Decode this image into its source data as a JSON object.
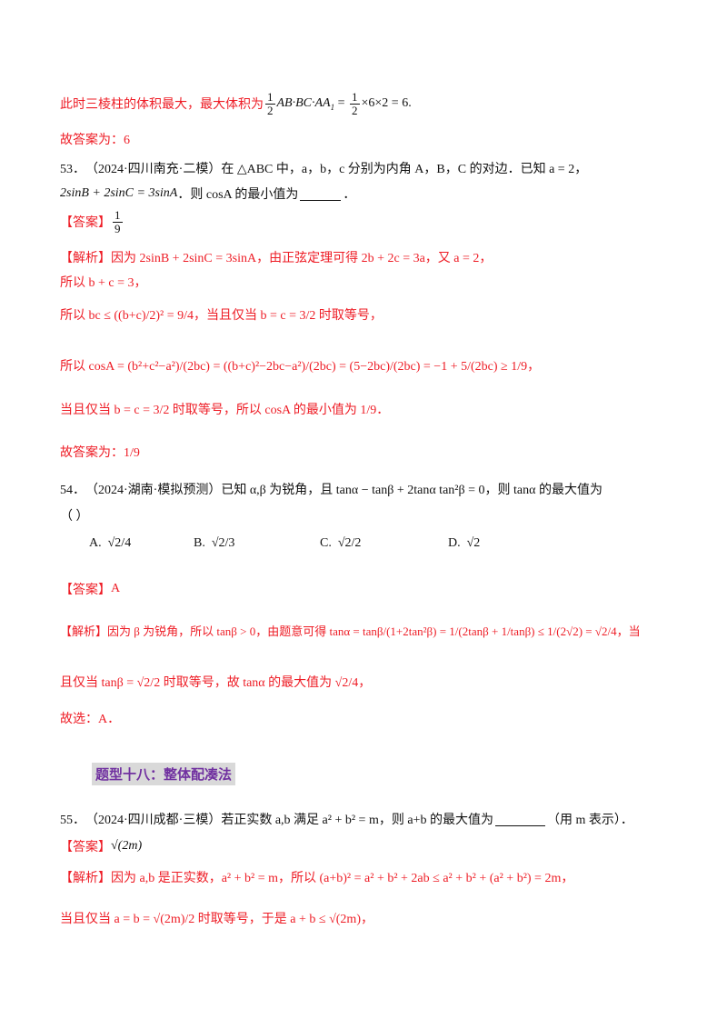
{
  "prev": {
    "line1_text": "此时三棱柱的体积最大，最大体积为",
    "line1_formula": "½ AB · BC · AA₁ = ½ × 6 × 2 = 6",
    "line1_end": ".",
    "answer_line": "故答案为：6"
  },
  "q53": {
    "number": "53．",
    "source": "（2024·四川南充·二模）",
    "stem_part1": "在 △ABC 中，a，b，c 分别为内角 A，B，C 的对边．已知 a = 2，",
    "stem_part2_formula": "2sinB + 2sinC = 3sinA",
    "stem_part2_text": "．则 cosA 的最小值为",
    "stem_end": "．",
    "answer_label": "【答案】",
    "answer_value": "1/9",
    "analysis_label": "【解析】",
    "analysis_lines": [
      "因为 2sinB + 2sinC = 3sinA，由正弦定理可得 2b + 2c = 3a，又 a = 2，",
      "所以 b + c = 3，",
      "所以 bc ≤ ((b+c)/2)² = 9/4，当且仅当 b = c = 3/2 时取等号，",
      "所以 cosA = (b²+c²−a²)/(2bc) = ((b+c)²−2bc−a²)/(2bc) = (5−2bc)/(2bc) = −1 + 5/(2bc) ≥ 1/9，",
      "当且仅当 b = c = 3/2 时取等号，所以 cosA 的最小值为 1/9．"
    ],
    "final_answer": "故答案为：1/9"
  },
  "q54": {
    "number": "54．",
    "source": "（2024·湖南·模拟预测）",
    "stem": "已知 α,β 为锐角，且 tanα − tanβ + 2tanα tan²β = 0，则 tanα 的最大值为",
    "paren": "（    ）",
    "options": [
      {
        "label": "A.",
        "value": "√2/4"
      },
      {
        "label": "B.",
        "value": "√2/3"
      },
      {
        "label": "C.",
        "value": "√2/2"
      },
      {
        "label": "D.",
        "value": "√2"
      }
    ],
    "answer_label": "【答案】",
    "answer_value": "A",
    "analysis_label": "【解析】",
    "analysis_lines": [
      "因为 β 为锐角，所以 tanβ > 0，由题意可得 tanα = tanβ/(1+2tan²β) = 1/(2tanβ + 1/tanβ) ≤ 1/(2√2) = √2/4，当",
      "且仅当 tanβ = √2/2 时取等号，故 tanα 的最大值为 √2/4，"
    ],
    "final_answer": "故选：A．"
  },
  "section": {
    "title": "题型十八：整体配凑法",
    "color": "#7030a0",
    "background": "#d9d9d9"
  },
  "q55": {
    "number": "55．",
    "source": "（2024·四川成都·三模）",
    "stem": "若正实数 a,b 满足 a² + b² = m，则 a+b 的最大值为",
    "stem_end": "（用 m 表示）．",
    "answer_label": "【答案】",
    "answer_value": "√(2m)",
    "analysis_label": "【解析】",
    "analysis_lines": [
      "因为 a,b 是正实数，a² + b² = m，所以 (a+b)² = a² + b² + 2ab ≤ a² + b² + (a² + b²) = 2m，",
      "当且仅当 a = b = √(2m)/2 时取等号，于是 a + b ≤ √(2m)，"
    ]
  },
  "colors": {
    "red": "#ee1c25",
    "text": "#111111"
  }
}
